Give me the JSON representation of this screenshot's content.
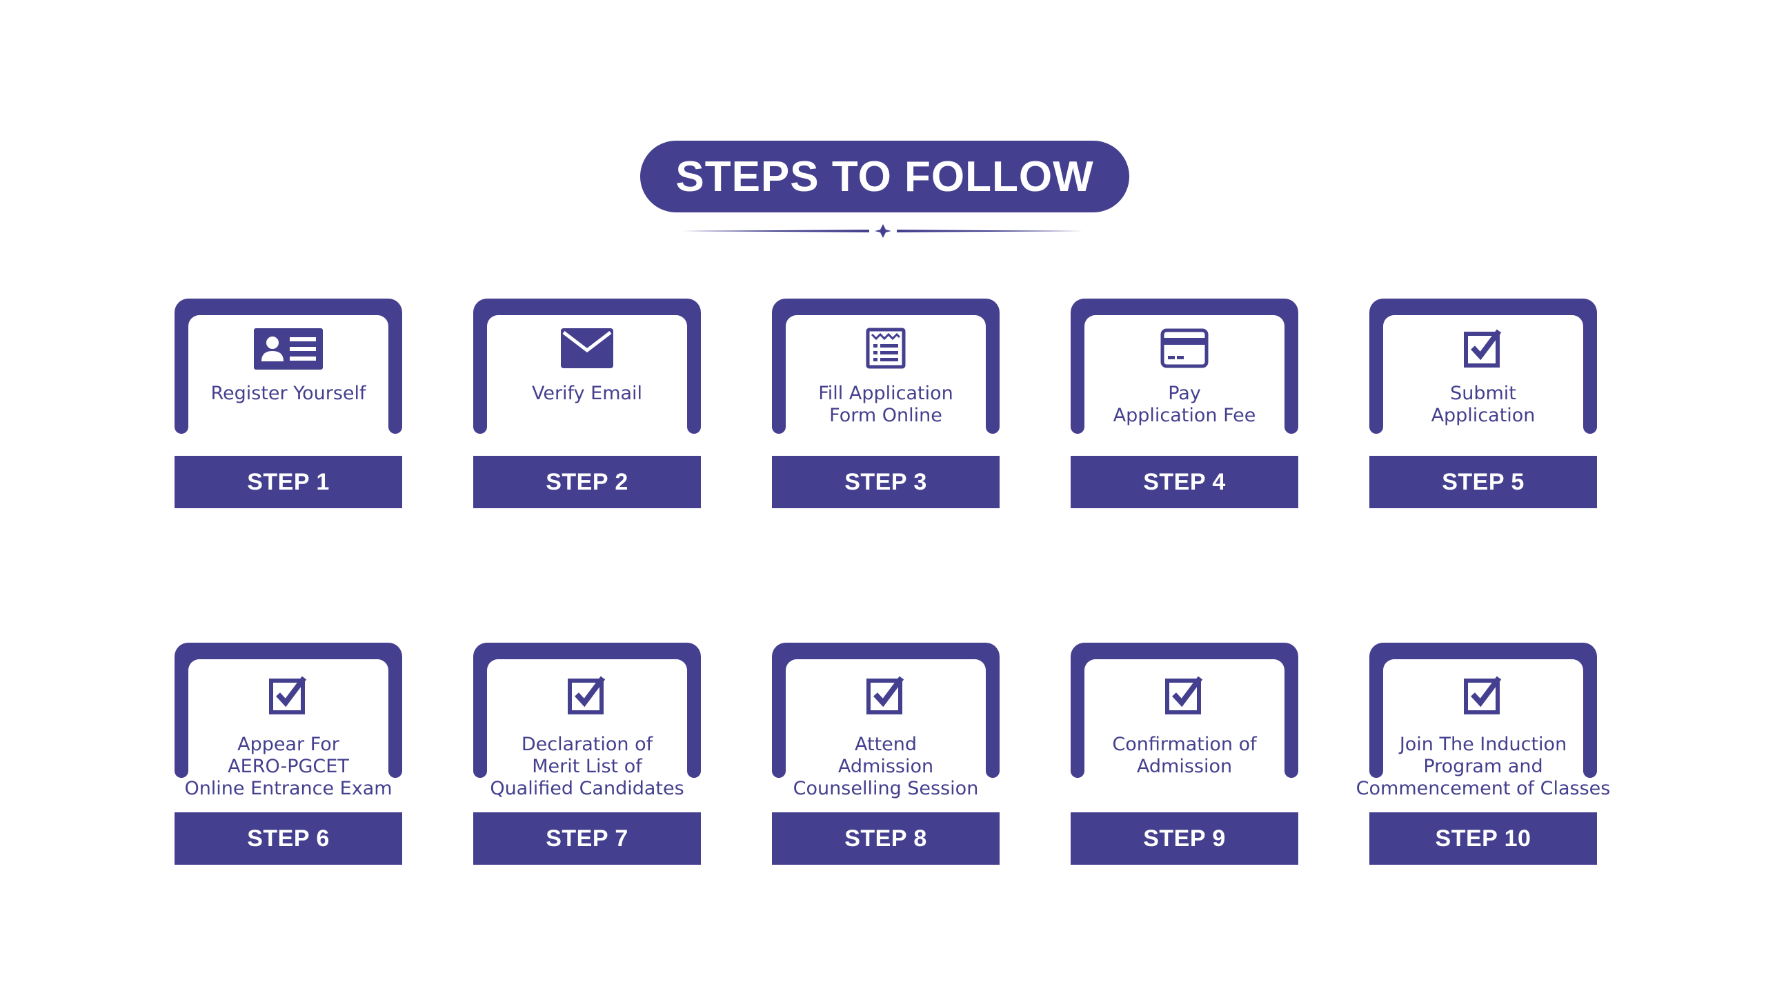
{
  "title": "STEPS TO FOLLOW",
  "colors": {
    "primary": "#443F8E",
    "background": "#FFFFFF"
  },
  "steps": [
    {
      "step": "STEP 1",
      "label": "Register Yourself",
      "icon": "id-card-icon"
    },
    {
      "step": "STEP 2",
      "label": "Verify Email",
      "icon": "envelope-icon"
    },
    {
      "step": "STEP 3",
      "label": "Fill Application\nForm Online",
      "icon": "form-icon"
    },
    {
      "step": "STEP 4",
      "label": "Pay\nApplication Fee",
      "icon": "credit-card-icon"
    },
    {
      "step": "STEP 5",
      "label": "Submit\nApplication",
      "icon": "checkbox-icon"
    },
    {
      "step": "STEP 6",
      "label": "Appear For\nAERO-PGCET\nOnline Entrance Exam",
      "icon": "checkbox-icon"
    },
    {
      "step": "STEP 7",
      "label": "Declaration of\nMerit List of\nQualified Candidates",
      "icon": "checkbox-icon"
    },
    {
      "step": "STEP 8",
      "label": "Attend\nAdmission\nCounselling Session",
      "icon": "checkbox-icon"
    },
    {
      "step": "STEP 9",
      "label": "Confirmation of\nAdmission",
      "icon": "checkbox-icon"
    },
    {
      "step": "STEP 10",
      "label": "Join The Induction\nProgram and\nCommencement of Classes",
      "icon": "checkbox-icon"
    }
  ]
}
